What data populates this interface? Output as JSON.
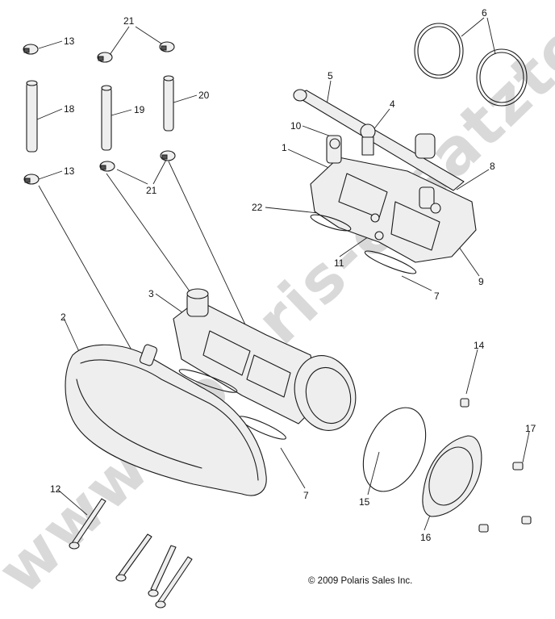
{
  "watermark": {
    "text": "www.polaris-ersatzteile.de"
  },
  "copyright": "© 2009 Polaris Sales Inc.",
  "callouts": [
    {
      "id": "c13a",
      "label": "13"
    },
    {
      "id": "c21a",
      "label": "21"
    },
    {
      "id": "c18",
      "label": "18"
    },
    {
      "id": "c19",
      "label": "19"
    },
    {
      "id": "c20",
      "label": "20"
    },
    {
      "id": "c13b",
      "label": "13"
    },
    {
      "id": "c21b",
      "label": "21"
    },
    {
      "id": "c6",
      "label": "6"
    },
    {
      "id": "c5",
      "label": "5"
    },
    {
      "id": "c4",
      "label": "4"
    },
    {
      "id": "c10",
      "label": "10"
    },
    {
      "id": "c1",
      "label": "1"
    },
    {
      "id": "c8",
      "label": "8"
    },
    {
      "id": "c22",
      "label": "22"
    },
    {
      "id": "c11",
      "label": "11"
    },
    {
      "id": "c9",
      "label": "9"
    },
    {
      "id": "c7a",
      "label": "7"
    },
    {
      "id": "c3",
      "label": "3"
    },
    {
      "id": "c2",
      "label": "2"
    },
    {
      "id": "c14",
      "label": "14"
    },
    {
      "id": "c17",
      "label": "17"
    },
    {
      "id": "c7b",
      "label": "7"
    },
    {
      "id": "c15",
      "label": "15"
    },
    {
      "id": "c16",
      "label": "16"
    },
    {
      "id": "c12",
      "label": "12"
    }
  ]
}
